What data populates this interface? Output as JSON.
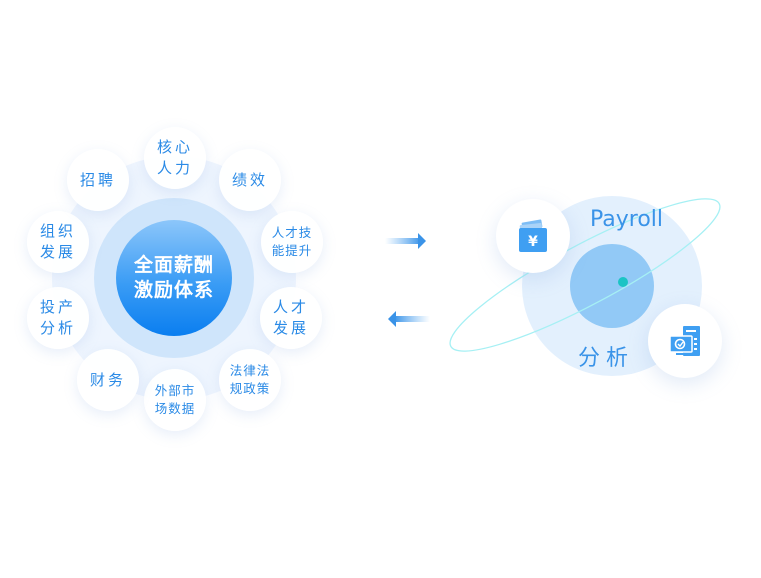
{
  "core": {
    "line1": "全面薪酬",
    "line2": "激励体系"
  },
  "satellites": [
    {
      "l1": "核心",
      "l2": "人力"
    },
    {
      "l1": "绩效",
      "l2": ""
    },
    {
      "l1": "人才技",
      "l2": "能提升"
    },
    {
      "l1": "人才",
      "l2": "发展"
    },
    {
      "l1": "法律法",
      "l2": "规政策"
    },
    {
      "l1": "外部市",
      "l2": "场数据"
    },
    {
      "l1": "财务",
      "l2": ""
    },
    {
      "l1": "投产",
      "l2": "分析"
    },
    {
      "l1": "组织",
      "l2": "发展"
    },
    {
      "l1": "招聘",
      "l2": ""
    }
  ],
  "right": {
    "title": "Payroll",
    "subtitle": "分析"
  },
  "colors": {
    "accent": "#2a8ae6",
    "teal": "#1bc4c4"
  }
}
